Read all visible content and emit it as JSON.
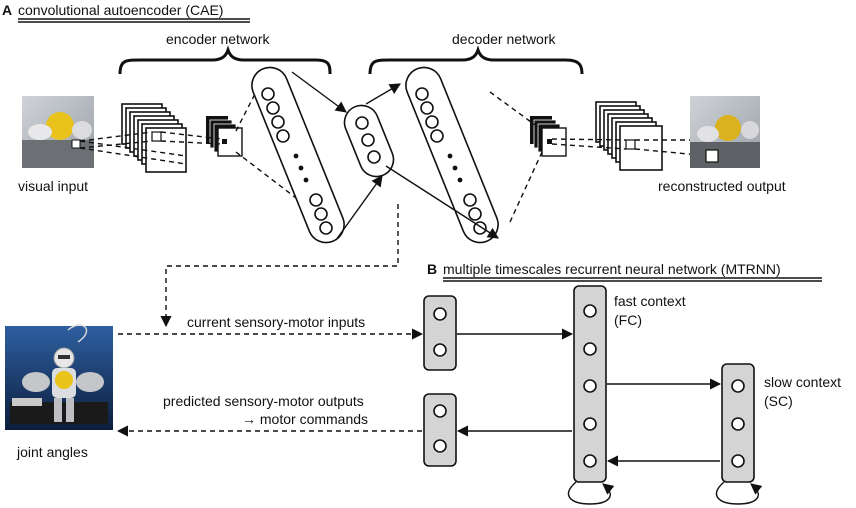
{
  "panel_a": {
    "letter": "A",
    "title": "convolutional autoencoder (CAE)",
    "encoder_label": "encoder network",
    "decoder_label": "decoder network",
    "input_label": "visual input",
    "output_label": "reconstructed output"
  },
  "panel_b": {
    "letter": "B",
    "title": "multiple timescales recurrent neural network (MTRNN)",
    "input_arrow_label": "current sensory-motor inputs",
    "output_arrow_label_1": "predicted sensory-motor outputs",
    "output_arrow_label_2": "→ motor commands",
    "robot_label": "joint angles",
    "fc_label_1": "fast context",
    "fc_label_2": "(FC)",
    "sc_label_1": "slow context",
    "sc_label_2": "(SC)"
  }
}
